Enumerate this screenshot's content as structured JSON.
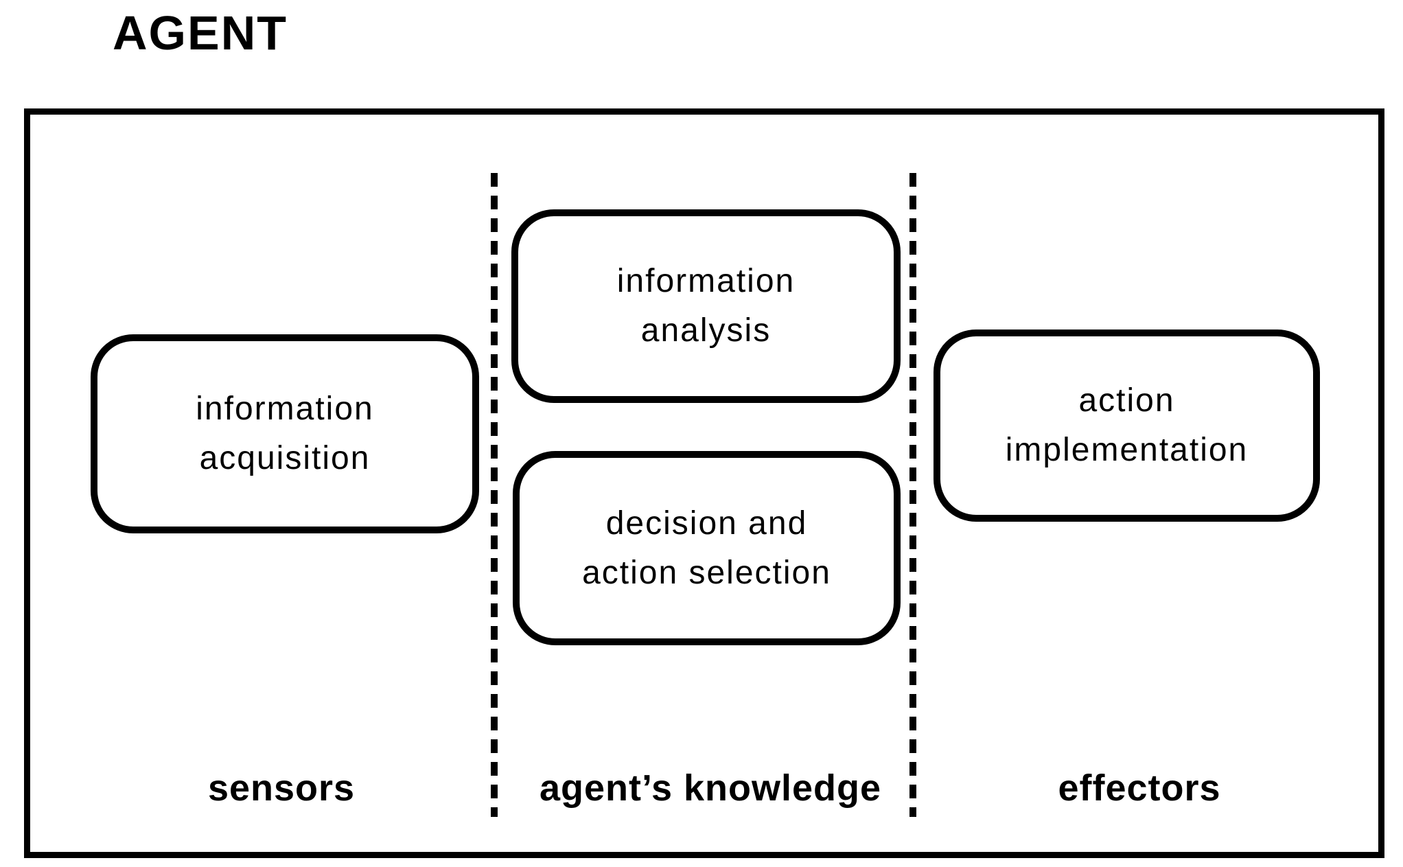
{
  "title": "AGENT",
  "diagram": {
    "boxes": {
      "acquisition": {
        "lines": [
          "information",
          "acquisition"
        ]
      },
      "analysis": {
        "lines": [
          "information",
          "analysis"
        ]
      },
      "decision": {
        "lines": [
          "decision and",
          "action selection"
        ]
      },
      "implementation": {
        "lines": [
          "action",
          "implementation"
        ]
      }
    },
    "section_labels": {
      "sensors": "sensors",
      "knowledge": "agent’s knowledge",
      "effectors": "effectors"
    },
    "colors": {
      "ink": "#000000",
      "background": "#ffffff"
    }
  }
}
